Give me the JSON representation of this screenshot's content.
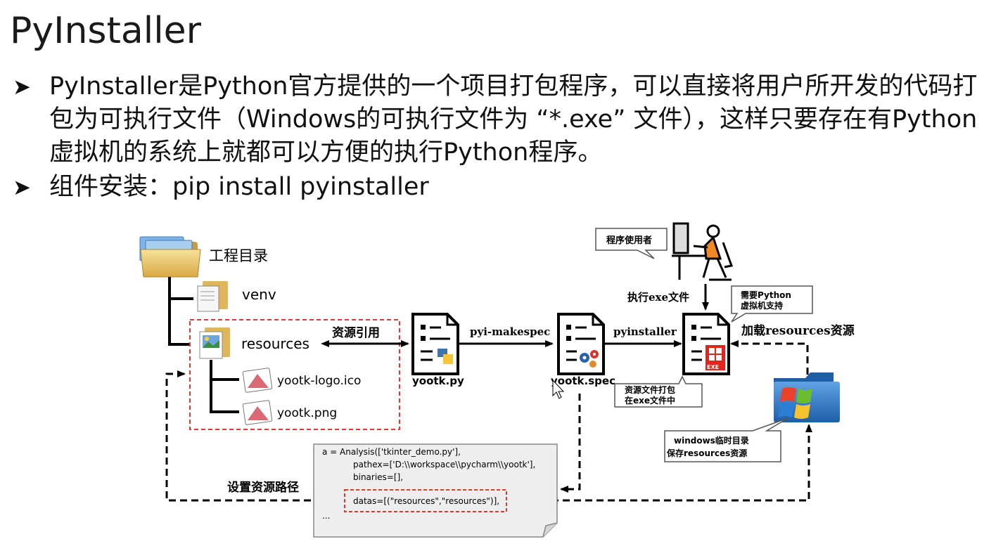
{
  "slide": {
    "title": "PyInstaller",
    "bullets": [
      "PyInstaller是Python官方提供的一个项目打包程序，可以直接将用户所开发的代码打包为可执行文件（Windows的可执行文件为 “*.exe” 文件），这样只要存在有Python虚拟机的系统上就都可以方便的执行Python程序。",
      "组件安装：pip install pyinstaller"
    ]
  },
  "diagram": {
    "project_root_label": "工程目录",
    "venv_label": "venv",
    "resources_label": "resources",
    "ico_file_label": "yootk-logo.ico",
    "png_file_label": "yootk.png",
    "resource_ref_label": "资源引用",
    "py_file_label": "yootk.py",
    "makespec_label": "pyi-makespec",
    "spec_file_label": "yootk.spec",
    "pyinstaller_label": "pyinstaller",
    "exe_badge": "EXE",
    "user_label": "程序使用者",
    "run_exe_label": "执行exe文件",
    "need_python_line1": "需要Python",
    "need_python_line2": "虚拟机支持",
    "load_resources_label": "加载resources资源",
    "pack_resources_line1": "资源文件打包",
    "pack_resources_line2": "在exe文件中",
    "win_temp_line1": "windows临时目录",
    "win_temp_line2": "保存resources资源",
    "set_path_label": "设置资源路径",
    "code_lines": [
      "a = Analysis(['tkinter_demo.py'],",
      "pathex=['D:\\\\workspace\\\\pycharm\\\\yootk'],",
      "binaries=[],",
      "datas=[(\"resources\",\"resources\")],",
      "..."
    ]
  }
}
